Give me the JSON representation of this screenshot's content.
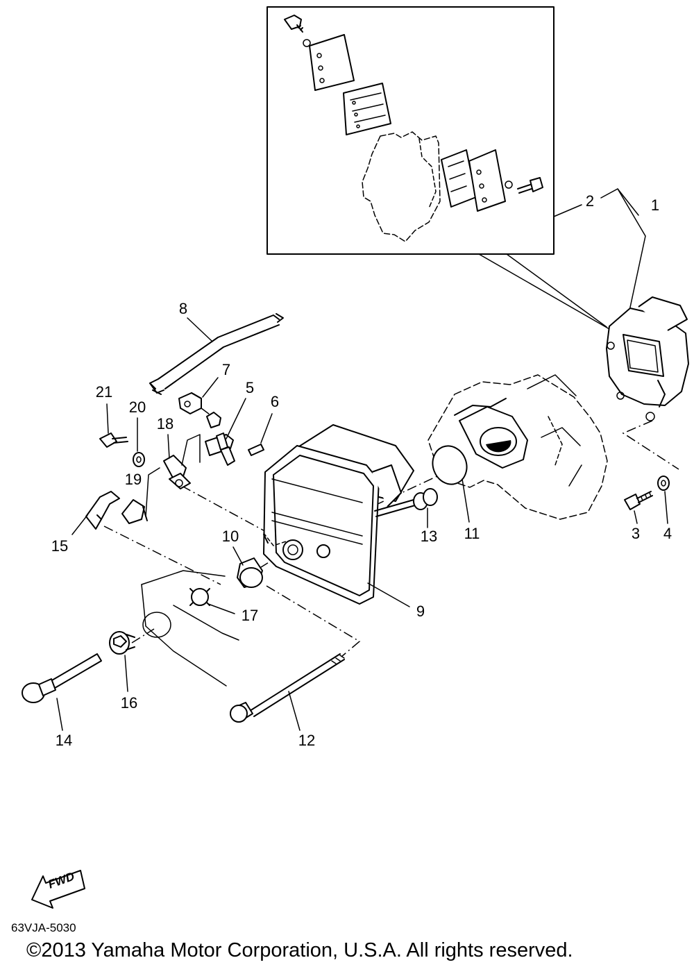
{
  "callouts": {
    "c1": "1",
    "c2": "2",
    "c3": "3",
    "c4": "4",
    "c5": "5",
    "c6": "6",
    "c7": "7",
    "c8": "8",
    "c9": "9",
    "c10": "10",
    "c11": "11",
    "c12": "12",
    "c13": "13",
    "c14": "14",
    "c15": "15",
    "c16": "16",
    "c17": "17",
    "c18": "18",
    "c19": "19",
    "c20": "20",
    "c21": "21"
  },
  "fwd_label": "FWD",
  "diagram_code": "63VJA-5030",
  "copyright": "©2013 Yamaha Motor Corporation, U.S.A. All rights reserved."
}
